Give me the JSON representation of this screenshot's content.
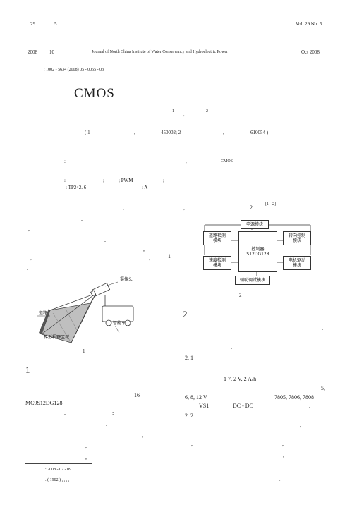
{
  "header": {
    "vol_left": "29",
    "no_left": "5",
    "year": "2008",
    "month": "10",
    "journal": "Journal of North China Institute of Water Conservancy and Hydroelectric Power",
    "vol_right": "Vol. 29 No. 5",
    "date_right": "Oct   2008"
  },
  "article_no": ": 1002 - 5634 (2008) 05 - 0055 - 03",
  "title": "CMOS",
  "authors": {
    "sup1": "1",
    "comma": ",",
    "sup2": "2"
  },
  "affiliation": {
    "a": "( 1",
    "b": ",",
    "c": "450002;  2",
    "d": ",",
    "e": "610054 )"
  },
  "abstract": {
    "colon": ":",
    "comma": ",",
    "cmos": "CMOS",
    "dot": "."
  },
  "keywords": {
    "colon": ":",
    "semi1": ";",
    "pwm": "; PWM",
    "semi2": ";"
  },
  "classification": {
    "clc": ": TP242. 6",
    "code": ": A"
  },
  "body_left": {
    "p1a": ",",
    "p1b": ".",
    "p1c": ",",
    "p1d": ".",
    "p1e": ",",
    "p1f": ",",
    "p1g": ",",
    "p1h": "1",
    "p1i": "."
  },
  "fig1": {
    "camera": "摄像头",
    "road": "道路",
    "car": "智能车",
    "field": "梯形视野区域",
    "caption": "1"
  },
  "section1": {
    "heading": "1",
    "num16": "16",
    "mcu": "MC9S12DG128",
    "dot1": ".",
    "dot2": ".",
    "colon": ":",
    "c1": ".",
    "c2": ",",
    "c3": ",",
    "c4": ","
  },
  "body_right": {
    "comma": ",",
    "dot": ".",
    "num2": "2",
    "ref": "[1 - 2]",
    "dot2": "."
  },
  "fig2": {
    "power": "电源模块",
    "road_detect": "道路检测\n模块",
    "steer": "转向控制\n模块",
    "controller": "控制器\nS12DG128",
    "speed": "速度检测\n模块",
    "motor": "电机驱动\n模块",
    "debug": "辅助调试模块",
    "caption": "2"
  },
  "section2": {
    "heading": "2",
    "dot1": ".",
    "dot2": ".",
    "sub1": "2. 1",
    "battery": "1      7. 2  V, 2  A/h",
    "five": "5,",
    "volt": "6, 8, 12  V",
    "dot3": ".",
    "reg": "7805, 7806, 7808",
    "vs": "VS1",
    "dcdc": "DC - DC",
    "dot4": ".",
    "sub2": "2. 2",
    "c1": ",",
    "c2": ",",
    "c3": ",",
    "c4": ","
  },
  "footer": {
    "received": ": 2008 - 07 - 09",
    "bio": ":         ( 1982  ) ,    ,            ,        ,",
    "dot": "."
  }
}
